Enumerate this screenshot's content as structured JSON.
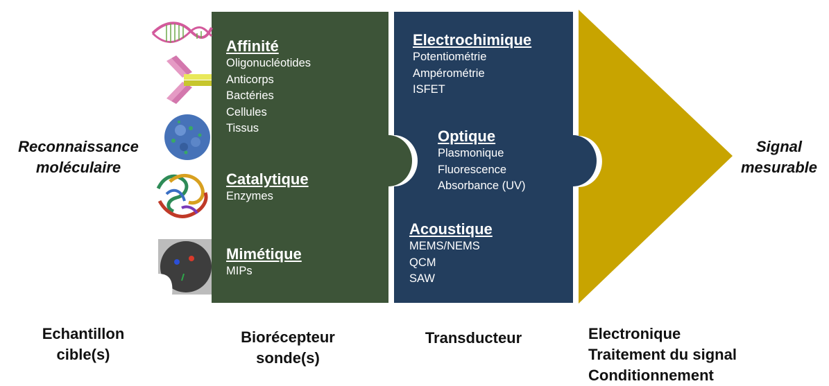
{
  "left_label": [
    "Reconnaissance",
    "moléculaire"
  ],
  "right_label": [
    "Signal",
    "mesurable"
  ],
  "bioreceptor": {
    "sections": [
      {
        "title": "Affinité",
        "items": [
          "Oligonucléotides",
          "Anticorps",
          "Bactéries",
          "Cellules",
          "Tissus"
        ]
      },
      {
        "title": "Catalytique",
        "items": [
          "Enzymes"
        ]
      },
      {
        "title": "Mimétique",
        "items": [
          "MIPs"
        ]
      }
    ]
  },
  "transducer": {
    "sections": [
      {
        "title": "Electrochimique",
        "items": [
          "Potentiométrie",
          "Ampérométrie",
          "ISFET"
        ]
      },
      {
        "title": "Optique",
        "items": [
          "Plasmonique",
          "Fluorescence",
          "Absorbance (UV)"
        ]
      },
      {
        "title": "Acoustique",
        "items": [
          "MEMS/NEMS",
          "QCM",
          "SAW"
        ]
      }
    ]
  },
  "bottom_labels": {
    "sample": [
      "Echantillon",
      "cible(s)"
    ],
    "bioreceptor": [
      "Biorécepteur",
      "sonde(s)"
    ],
    "transducer": [
      "Transducteur"
    ],
    "electronics": [
      "Electronique",
      "Traitement du signal",
      "Conditionnement"
    ]
  },
  "colors": {
    "bioreceptor": "#3d5438",
    "transducer": "#233e5e",
    "electronics": "#c8a400"
  },
  "icons": [
    "dna-strand-icon",
    "antibody-icon",
    "bacteria-cell-icon",
    "enzyme-protein-icon",
    "imprinted-polymer-icon"
  ]
}
